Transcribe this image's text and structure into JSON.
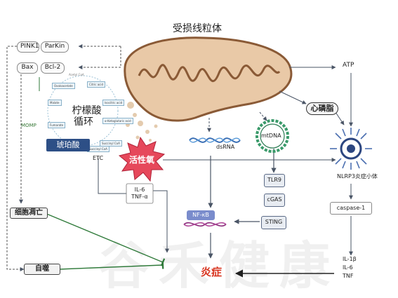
{
  "title": "受损线粒体",
  "pink1": "PINK1",
  "parkin": "ParKin",
  "bax": "Bax",
  "bcl2": "Bcl-2",
  "momp": "MOMP",
  "tca_cycle": "柠檬酸\n循环",
  "tca_intermediates": [
    "Oxaloacetate",
    "Citric acid",
    "Malate",
    "Isocitric acid",
    "Fumarate",
    "α-Ketoglutaric acid",
    "Succinyl CoA",
    "Succinyl CoA"
  ],
  "tca_mini": [
    "Acetyl CoA"
  ],
  "succinate": "琥珀酸",
  "etc": "ETC",
  "ros": "活性氧",
  "dsrna": "dsRNA",
  "mtdna": "mtDNA",
  "atp": "ATP",
  "cardiolipin": "心磷脂",
  "nlrp3": "NLRP3炎症小体",
  "caspase1": "caspase-1",
  "tlr9": "TLR9",
  "cgas": "cGAS",
  "sting": "STING",
  "nfkb": "NF-κB",
  "il6_tnfa": "IL-6\nTNF-α",
  "apoptosis": "细胞凋亡",
  "autophagy": "自噬",
  "inflammation": "炎症",
  "cytokines": [
    "IL-1β",
    "IL-6",
    "TNF"
  ],
  "watermark": "谷禾健康",
  "colors": {
    "mito_fill": "#e9c9a7",
    "mito_stroke": "#8a5a36",
    "arrow": "#5a6676",
    "arrow_dark": "#3a3a3a",
    "inhibit_green": "#2f7a3a",
    "inflammation_red": "#d8341f",
    "ros_fill": "#e6485b",
    "succinate_box": "#2d4f86",
    "mtdna_fill": "#3a9a6a",
    "dsrna_color": "#3a6fb5",
    "nfkb_box": "#7a8ccc",
    "nlrp3_color": "#2c4680"
  }
}
